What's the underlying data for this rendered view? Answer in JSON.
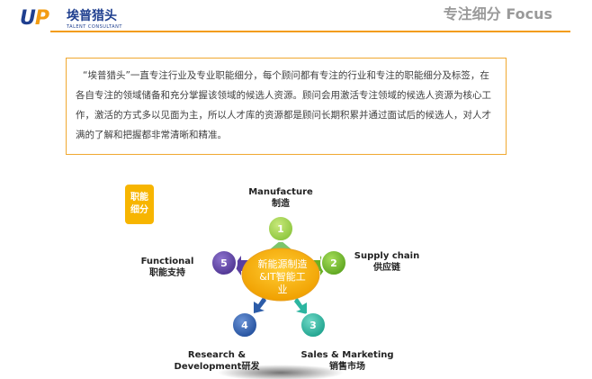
{
  "header": {
    "logo_mark_up": "UP",
    "logo_cn": "埃普猎头",
    "logo_en": "TALENT CONSULTANT",
    "title": "专注细分 Focus",
    "accent_color": "#f39c12"
  },
  "description": "“埃普猎头”一直专注行业及专业职能细分，每个顾问都有专注的行业和专注的职能细分及标签，在各自专注的领域储备和充分掌握该领域的候选人资源。顾问会用激活专注领域的候选人资源为核心工作，激活的方式多以见面为主，所以人才库的资源都是顾问长期积累并通过面试后的候选人，对人才满的了解和把握都非常清晰和精准。",
  "badge": {
    "line1": "职能",
    "line2": "细分"
  },
  "center": {
    "line1": "新能源制造",
    "line2": "&IT智能工",
    "line3": "业"
  },
  "nodes": [
    {
      "number": "1",
      "label_en": "Manufacture",
      "label_cn": "制造",
      "color": "#8dc63f"
    },
    {
      "number": "2",
      "label_en": "Supply chain",
      "label_cn": "供应链",
      "color": "#6ab023"
    },
    {
      "number": "3",
      "label_en": "Sales & Marketing",
      "label_cn": "销售市场",
      "color": "#2bb5a0"
    },
    {
      "number": "4",
      "label_en": "Research &",
      "label_cn": "Development研发",
      "color": "#2c5ca8"
    },
    {
      "number": "5",
      "label_en": "Functional",
      "label_cn": "职能支持",
      "color": "#5a3fa0"
    }
  ]
}
